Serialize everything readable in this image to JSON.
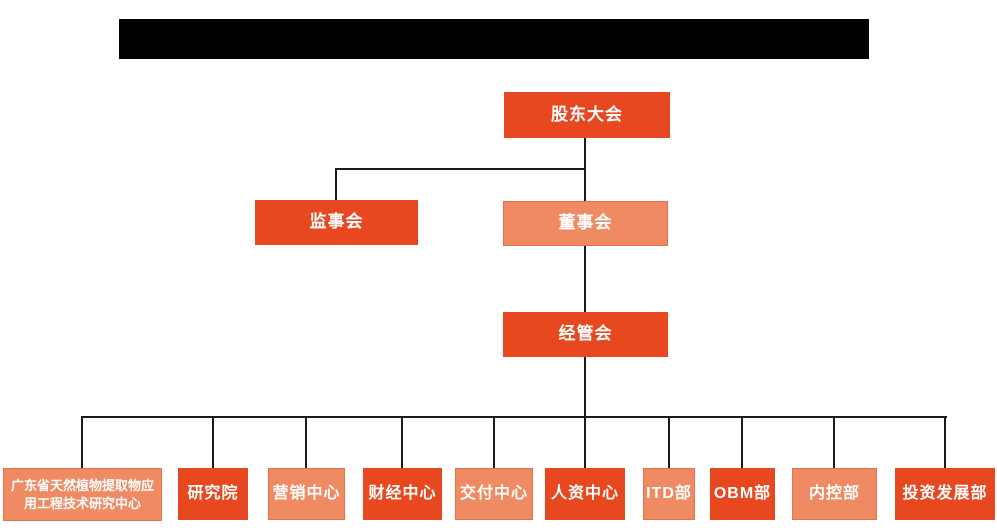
{
  "colors": {
    "primary": "#e8481f",
    "secondary": "#f08a62",
    "secondary_border": "#e0734a",
    "line": "#1a1a1a",
    "redacted": "#000000",
    "node_text": "#ffffff"
  },
  "org": {
    "title_bar": {
      "redacted": true,
      "text": ""
    },
    "level1": {
      "label": "股东大会",
      "variant": "primary"
    },
    "level2": [
      {
        "label": "监事会",
        "variant": "primary"
      },
      {
        "label": "董事会",
        "variant": "secondary"
      }
    ],
    "level3": {
      "label": "经管会",
      "variant": "primary"
    },
    "departments": [
      {
        "label": "广东省天然植物提取物应用工程技术研究中心",
        "variant": "secondary"
      },
      {
        "label": "研究院",
        "variant": "primary"
      },
      {
        "label": "营销中心",
        "variant": "secondary"
      },
      {
        "label": "财经中心",
        "variant": "primary"
      },
      {
        "label": "交付中心",
        "variant": "secondary"
      },
      {
        "label": "人资中心",
        "variant": "primary"
      },
      {
        "label": "ITD部",
        "variant": "secondary"
      },
      {
        "label": "OBM部",
        "variant": "primary"
      },
      {
        "label": "内控部",
        "variant": "secondary"
      },
      {
        "label": "投资发展部",
        "variant": "primary"
      }
    ]
  }
}
